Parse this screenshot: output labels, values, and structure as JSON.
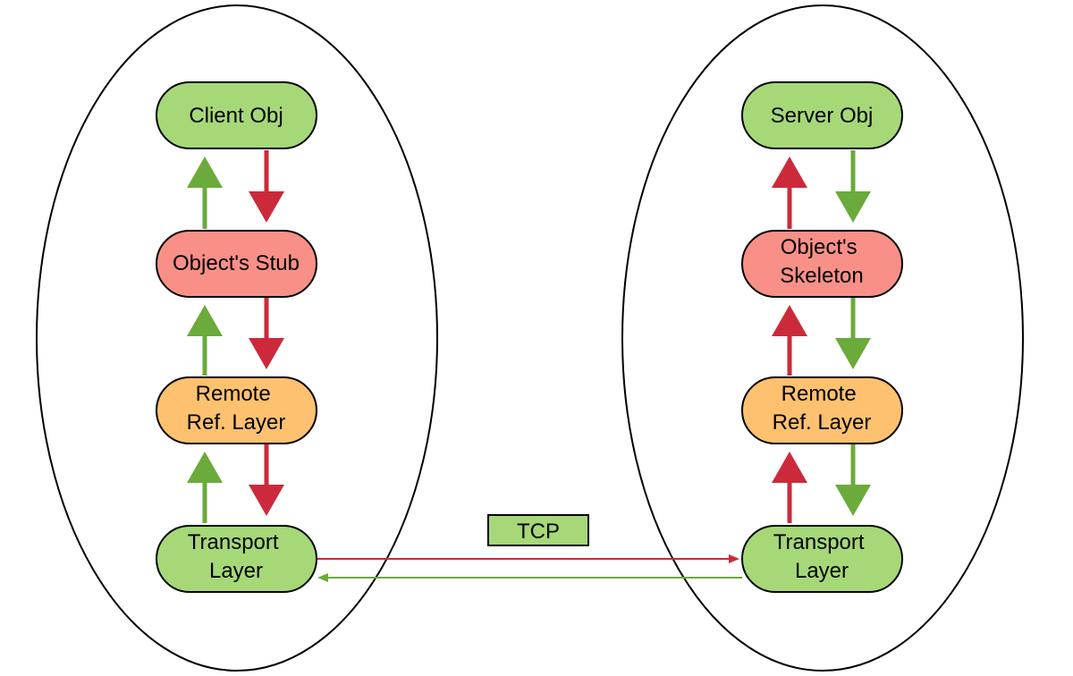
{
  "colors": {
    "green_fill": "#a6d878",
    "red_fill": "#f99087",
    "orange_fill": "#fdc16f",
    "green_arrow": "#6aab3b",
    "red_arrow": "#cc2a3b",
    "outline": "#000000"
  },
  "client": {
    "client_obj": {
      "lines": [
        "Client Obj"
      ]
    },
    "stub": {
      "lines": [
        "Object's Stub"
      ]
    },
    "remote_ref": {
      "lines": [
        "Remote",
        "Ref. Layer"
      ]
    },
    "transport": {
      "lines": [
        "Transport",
        "Layer"
      ]
    }
  },
  "server": {
    "server_obj": {
      "lines": [
        "Server Obj"
      ]
    },
    "skeleton": {
      "lines": [
        "Object's",
        "Skeleton"
      ]
    },
    "remote_ref": {
      "lines": [
        "Remote",
        "Ref. Layer"
      ]
    },
    "transport": {
      "lines": [
        "Transport",
        "Layer"
      ]
    }
  },
  "network": {
    "label": "TCP"
  }
}
